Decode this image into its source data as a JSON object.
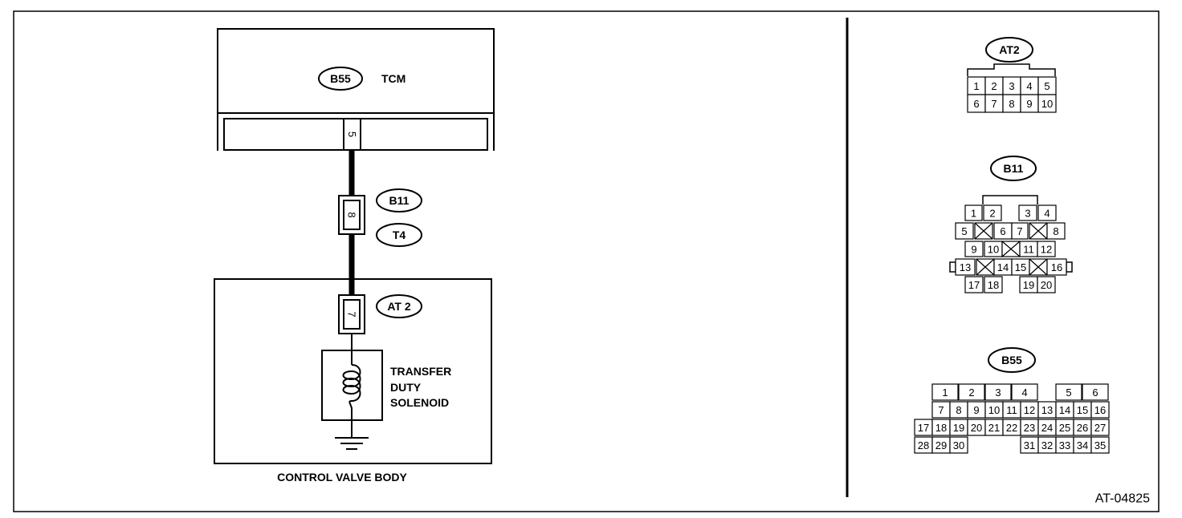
{
  "diagram": {
    "reference_code": "AT-04825",
    "tcm": {
      "connector": "B55",
      "label": "TCM",
      "pin": "5"
    },
    "harness_connector": {
      "top_connector": "B11",
      "bottom_connector": "T4",
      "pin": "8"
    },
    "valve_body": {
      "label": "CONTROL VALVE BODY",
      "connector": "AT2",
      "connector_display": "AT 2",
      "pin": "7",
      "solenoid_lines": [
        "TRANSFER",
        "DUTY",
        "SOLENOID"
      ]
    },
    "connector_views": {
      "at2": {
        "name": "AT2",
        "rows": [
          [
            "1",
            "2",
            "3",
            "4",
            "5"
          ],
          [
            "6",
            "7",
            "8",
            "9",
            "10"
          ]
        ]
      },
      "b11": {
        "name": "B11",
        "rows": [
          [
            "1",
            "2",
            "3",
            "4"
          ],
          [
            "5",
            "6",
            "7",
            "8"
          ],
          [
            "9",
            "10",
            "11",
            "12"
          ],
          [
            "13",
            "14",
            "15",
            "16"
          ],
          [
            "17",
            "18",
            "19",
            "20"
          ]
        ]
      },
      "b55": {
        "name": "B55",
        "rows": [
          [
            "1",
            "2",
            "3",
            "4",
            "5",
            "6"
          ],
          [
            "7",
            "8",
            "9",
            "10",
            "11",
            "12",
            "13",
            "14",
            "15",
            "16"
          ],
          [
            "17",
            "18",
            "19",
            "20",
            "21",
            "22",
            "23",
            "24",
            "25",
            "26",
            "27"
          ],
          [
            "28",
            "29",
            "30",
            "31",
            "32",
            "33",
            "34",
            "35"
          ]
        ]
      }
    }
  }
}
